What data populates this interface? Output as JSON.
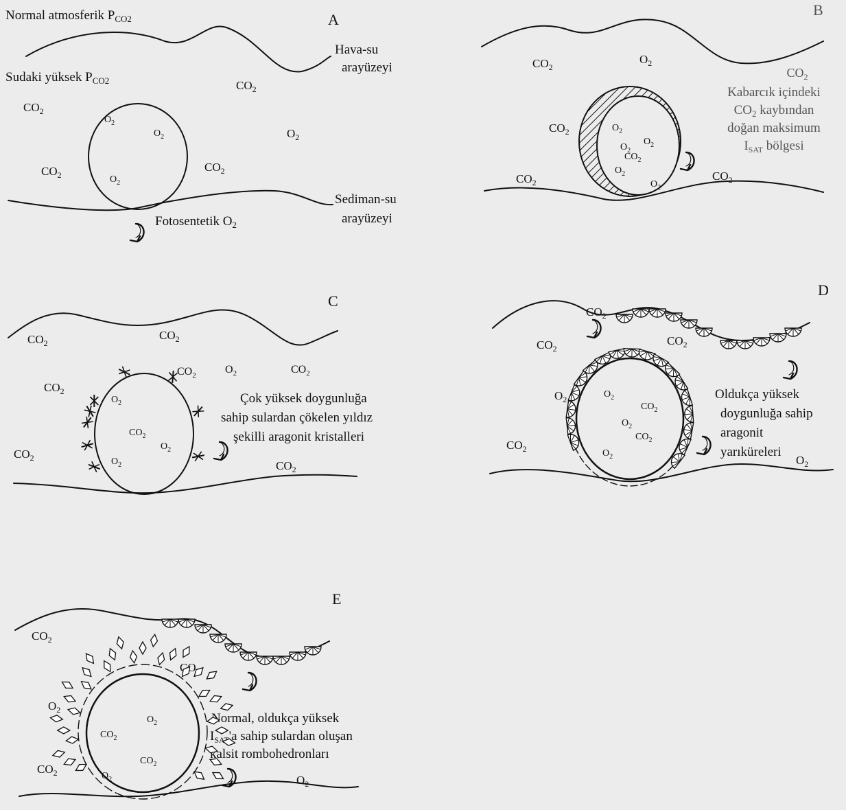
{
  "panels": {
    "A": {
      "letter": "A",
      "atm_label": "Normal atmosferik P",
      "atm_sub": "CO2",
      "water_label": "Sudaki yüksek P",
      "water_sub": "CO2",
      "air_water_1": "Hava-su",
      "air_water_2": "arayüzeyi",
      "sed_water_1": "Sediman-su",
      "sed_water_2": "arayüzeyi",
      "photo": "Fotosentetik O",
      "photo_sub": "2"
    },
    "B": {
      "letter": "B",
      "note_1": "Kabarcık içindeki",
      "note_2": "CO",
      "note_2_sub": "2",
      "note_2_rest": " kaybından",
      "note_3": "doğan maksimum",
      "note_4": "I",
      "note_4_sub": "SAT",
      "note_4_rest": " bölgesi"
    },
    "C": {
      "letter": "C",
      "note_1": "Çok yüksek doygunluğa",
      "note_2": "sahip sulardan çökelen yıldız",
      "note_3": "şekilli aragonit kristalleri"
    },
    "D": {
      "letter": "D",
      "note_1": "Oldukça yüksek",
      "note_2": "doygunluğa sahip",
      "note_3": "aragonit",
      "note_4": "yarıküreleri"
    },
    "E": {
      "letter": "E",
      "note_1": "Normal, oldukça yüksek",
      "note_2": "I",
      "note_2_sub": "SAT",
      "note_2_rest": "'a sahip sulardan oluşan",
      "note_3": "kalsit rombohedronları"
    }
  },
  "species": {
    "co2": "CO",
    "o2": "O",
    "sub": "2"
  }
}
